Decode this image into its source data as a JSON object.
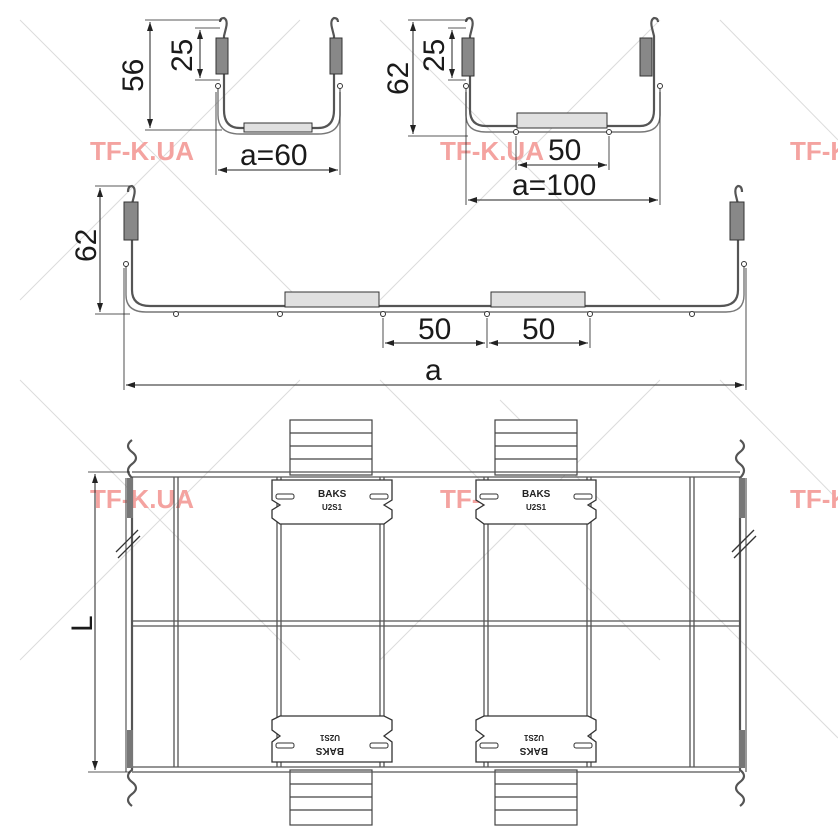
{
  "watermark": "TF-K.UA",
  "profile_small": {
    "height": "56",
    "hook": "25",
    "width": "a=60"
  },
  "profile_medium": {
    "height": "62",
    "hook": "25",
    "gap": "50",
    "width": "a=100"
  },
  "profile_wide": {
    "height": "62",
    "gap1": "50",
    "gap2": "50",
    "width": "a"
  },
  "plan": {
    "length": "L",
    "brand": "BAKS",
    "code": "U2S1"
  }
}
